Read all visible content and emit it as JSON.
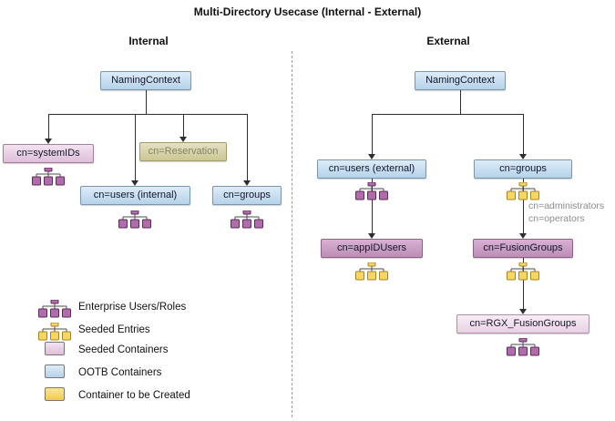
{
  "title": "Multi-Directory Usecase (Internal - External)",
  "internal": {
    "heading": "Internal",
    "naming_context": "NamingContext",
    "system_ids": "cn=systemIDs",
    "reservation": "cn=Reservation",
    "users": "cn=users (internal)",
    "groups": "cn=groups"
  },
  "external": {
    "heading": "External",
    "naming_context": "NamingContext",
    "users": "cn=users (external)",
    "groups": "cn=groups",
    "app_id_users": "cn=appIDUsers",
    "fusion_groups": "cn=FusionGroups",
    "rgx_fusion_groups": "cn=RGX_FusionGroups",
    "annotation_line1": "cn=administrators",
    "annotation_line2": "cn=operators"
  },
  "legend": {
    "enterprise_users": "Enterprise Users/Roles",
    "seeded_entries": "Seeded Entries",
    "seeded_containers": "Seeded Containers",
    "ootb_containers": "OOTB Containers",
    "container_to_create": "Container to be Created"
  },
  "icons": {
    "enterprise_users": "org-chart-icon-purple",
    "seeded_entries": "org-chart-icon-yellow"
  },
  "colors": {
    "ootb_container": "#c3daee",
    "seeded_container_light": "#ecd9e9",
    "seeded_container_dark": "#cb9fc6",
    "rgx_container": "#f3e4f1",
    "reservation_container": "#d8d4a9",
    "container_to_create": "#f7da6d",
    "enterprise_icon": "#b06cac",
    "seeded_icon": "#f6d765",
    "connector": "#2e2e2e",
    "annotation_text": "#8c8c8c"
  }
}
